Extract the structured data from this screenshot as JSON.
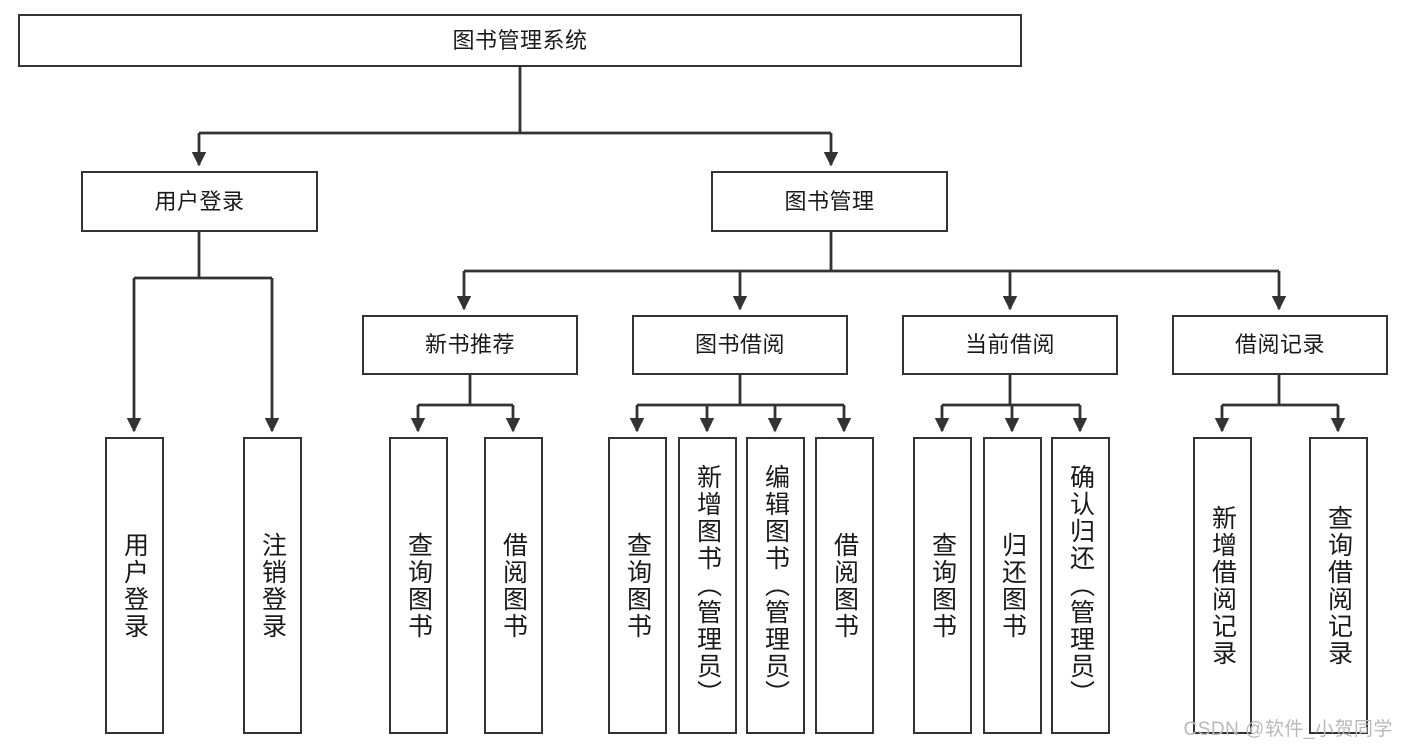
{
  "diagram": {
    "type": "tree-hierarchy",
    "title": "图书管理系统",
    "watermark": "CSDN @软件_小贺同学",
    "colors": {
      "stroke": "#333333",
      "fill": "#ffffff",
      "text": "#1a1a1a",
      "watermark": "#b9b9b9"
    },
    "levels": {
      "root": {
        "label": "图书管理系统"
      },
      "level2": [
        {
          "label": "用户登录"
        },
        {
          "label": "图书管理"
        }
      ],
      "level3": [
        {
          "label": "新书推荐"
        },
        {
          "label": "图书借阅"
        },
        {
          "label": "当前借阅"
        },
        {
          "label": "借阅记录"
        }
      ],
      "leaves": {
        "user_login": [
          {
            "label": "用户登录"
          },
          {
            "label": "注销登录"
          }
        ],
        "new_book_recommend": [
          {
            "label": "查询图书"
          },
          {
            "label": "借阅图书"
          }
        ],
        "book_borrow": [
          {
            "label": "查询图书"
          },
          {
            "label": "新增图书（管理员）"
          },
          {
            "label": "编辑图书（管理员）"
          },
          {
            "label": "借阅图书"
          }
        ],
        "current_borrow": [
          {
            "label": "查询图书"
          },
          {
            "label": "归还图书"
          },
          {
            "label": "确认归还（管理员）"
          }
        ],
        "borrow_record": [
          {
            "label": "新增借阅记录"
          },
          {
            "label": "查询借阅记录"
          }
        ]
      }
    },
    "edges": [
      {
        "from": "图书管理系统",
        "to": "用户登录"
      },
      {
        "from": "图书管理系统",
        "to": "图书管理"
      },
      {
        "from": "用户登录",
        "to": "用户登录"
      },
      {
        "from": "用户登录",
        "to": "注销登录"
      },
      {
        "from": "图书管理",
        "to": "新书推荐"
      },
      {
        "from": "图书管理",
        "to": "图书借阅"
      },
      {
        "from": "图书管理",
        "to": "当前借阅"
      },
      {
        "from": "图书管理",
        "to": "借阅记录"
      },
      {
        "from": "新书推荐",
        "to": "查询图书"
      },
      {
        "from": "新书推荐",
        "to": "借阅图书"
      },
      {
        "from": "图书借阅",
        "to": "查询图书"
      },
      {
        "from": "图书借阅",
        "to": "新增图书（管理员）"
      },
      {
        "from": "图书借阅",
        "to": "编辑图书（管理员）"
      },
      {
        "from": "图书借阅",
        "to": "借阅图书"
      },
      {
        "from": "当前借阅",
        "to": "查询图书"
      },
      {
        "from": "当前借阅",
        "to": "归还图书"
      },
      {
        "from": "当前借阅",
        "to": "确认归还（管理员）"
      },
      {
        "from": "借阅记录",
        "to": "新增借阅记录"
      },
      {
        "from": "借阅记录",
        "to": "查询借阅记录"
      }
    ]
  }
}
